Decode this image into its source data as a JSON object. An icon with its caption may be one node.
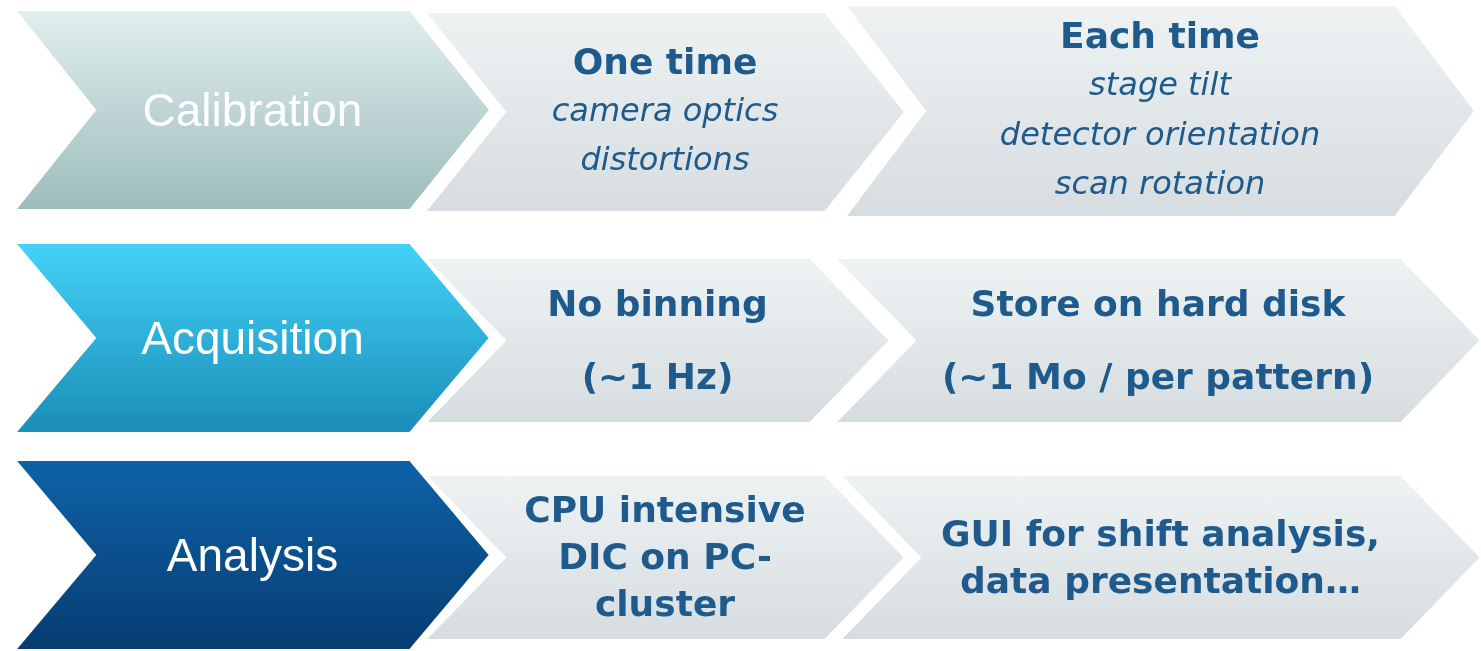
{
  "diagram": {
    "nodes": [
      {
        "text": [
          "Calibration"
        ]
      },
      {
        "text": [
          "One time",
          "camera optics distortions"
        ]
      },
      {
        "text": [
          "Each time",
          "stage tilt",
          "detector orientation",
          "scan rotation"
        ]
      },
      {
        "text": [
          "Acquisition"
        ]
      },
      {
        "text": [
          "No binning",
          "(~1 Hz)"
        ]
      },
      {
        "text": [
          "Store on hard disk",
          "(~1 Mo / per pattern)"
        ]
      },
      {
        "text": [
          "Analysis"
        ]
      },
      {
        "text": [
          "CPU intensive DIC on PC-cluster"
        ]
      },
      {
        "text": [
          "GUI for shift analysis, data presentation…"
        ]
      }
    ]
  }
}
